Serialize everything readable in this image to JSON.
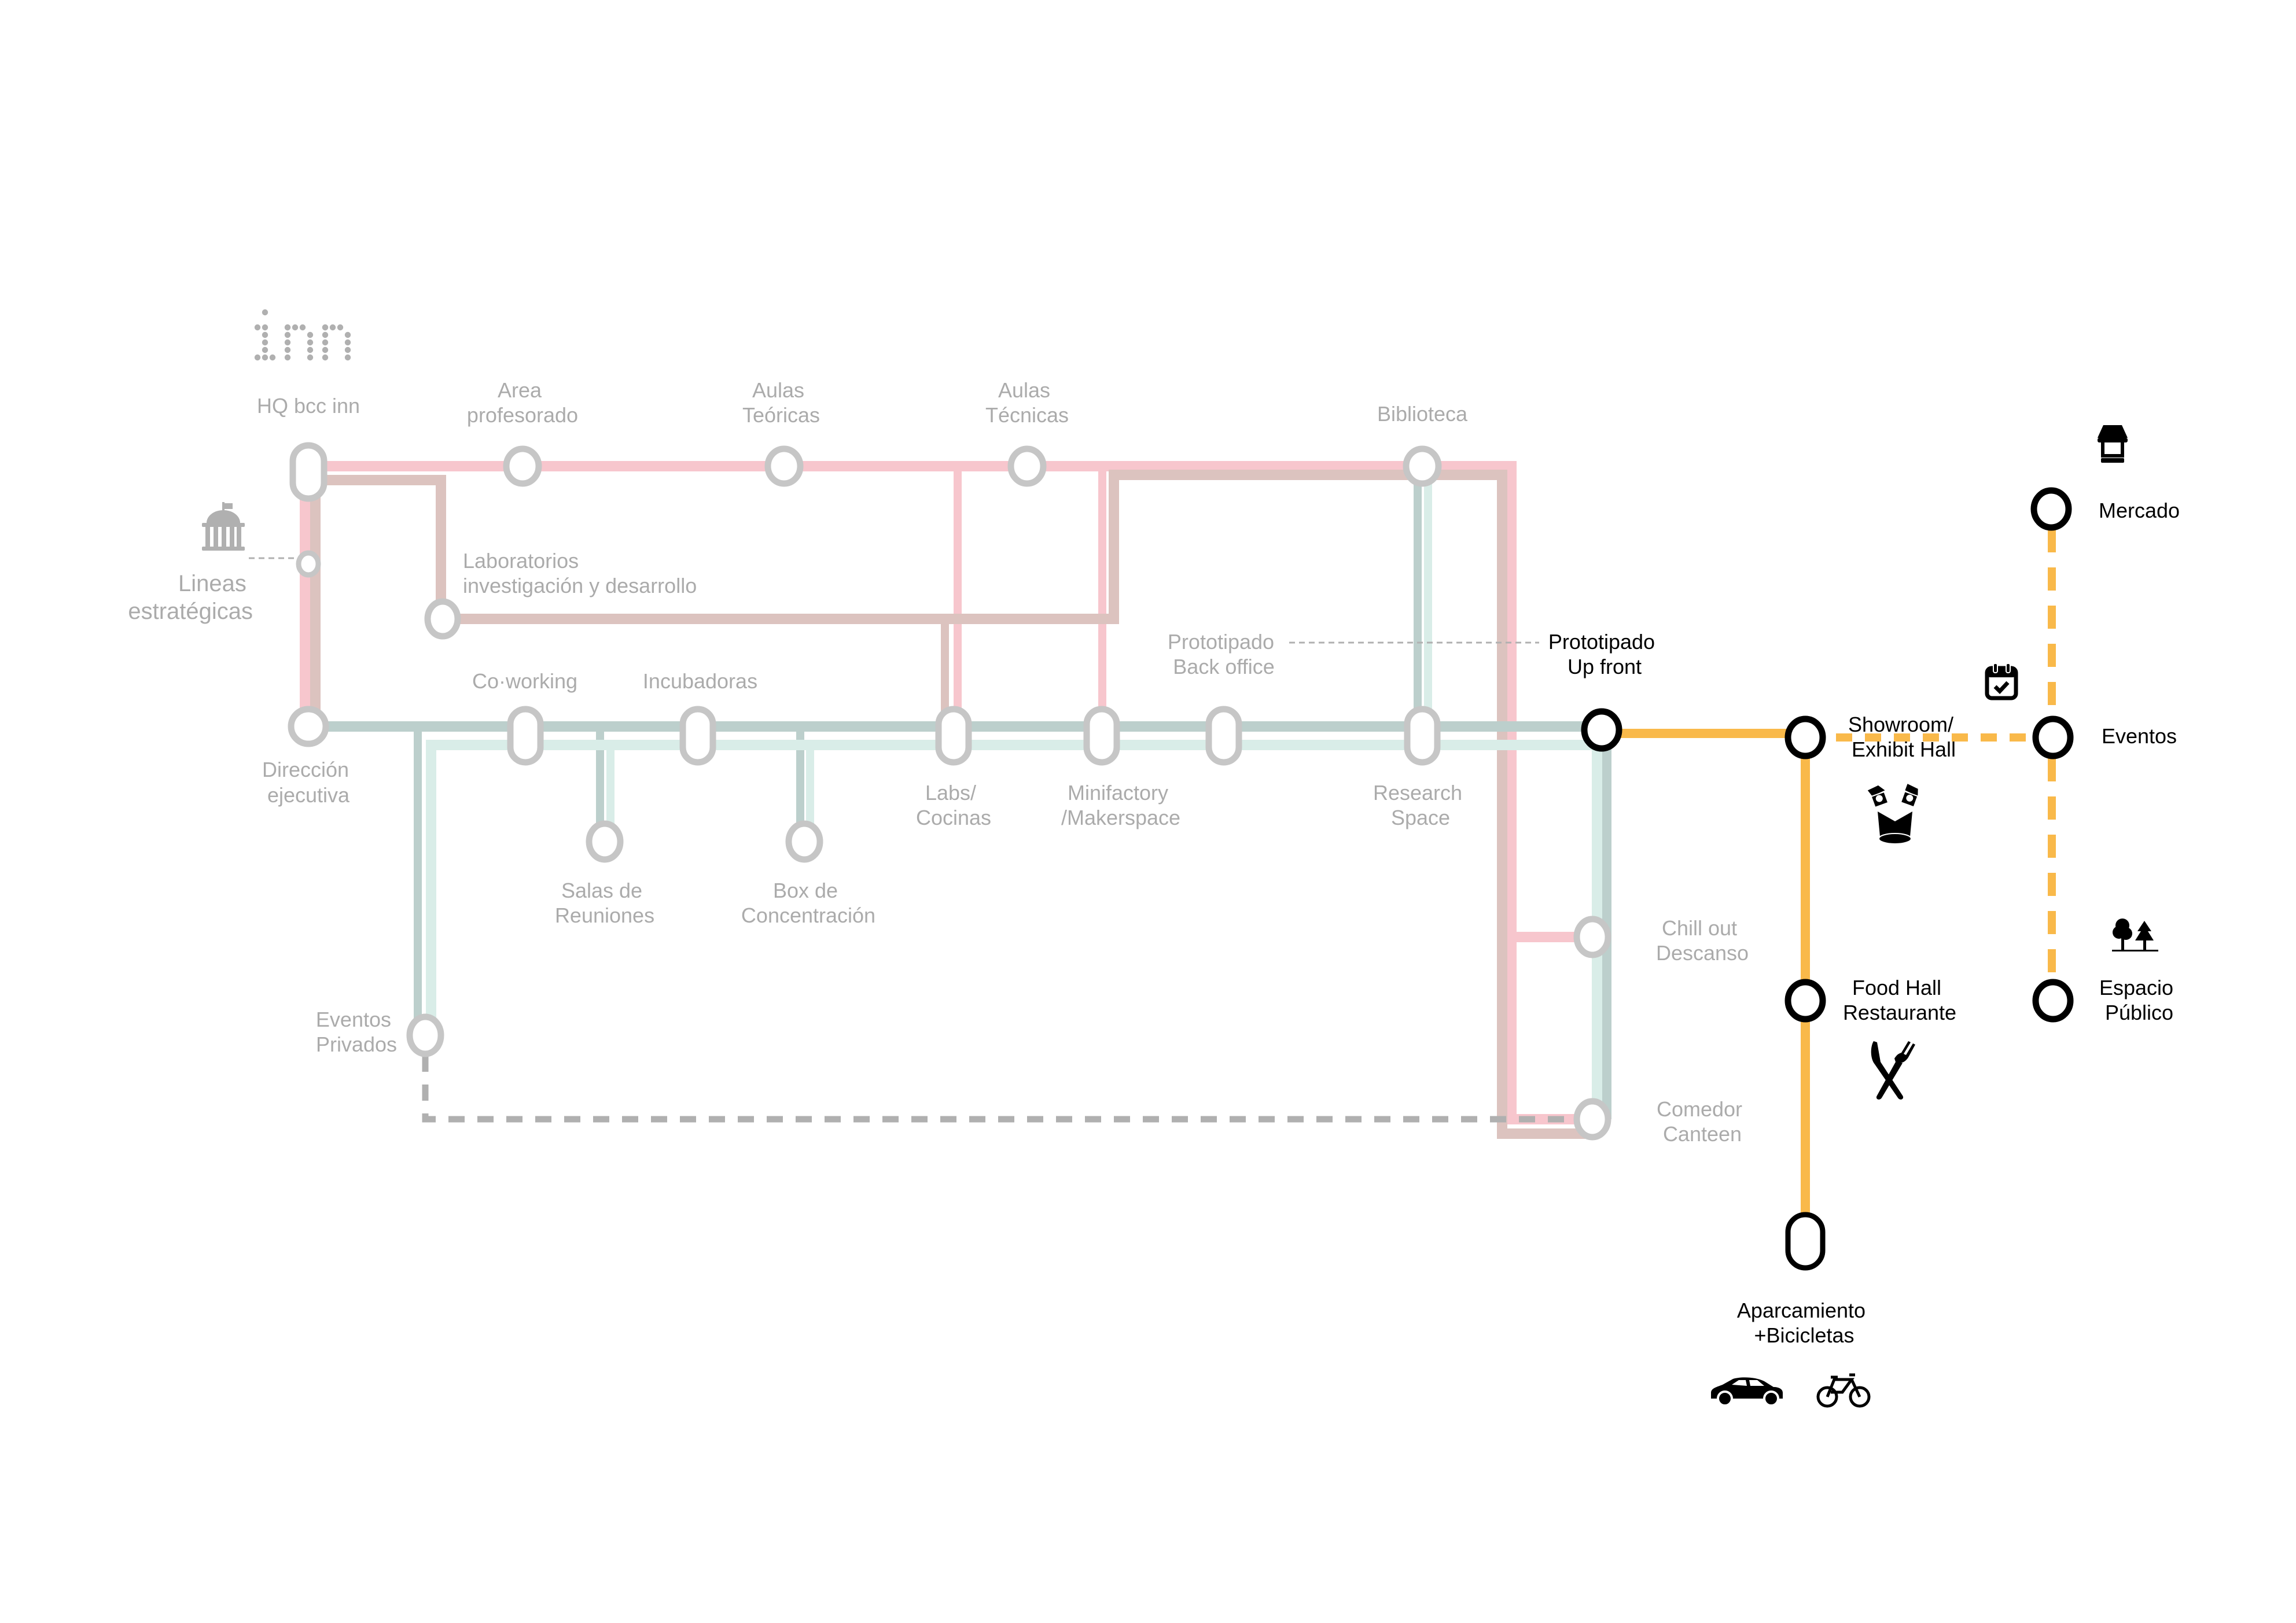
{
  "colors": {
    "pink": "#f7c6cd",
    "brown": "#dcc3bf",
    "teal": "#bccfcc",
    "mint": "#d9ede8",
    "yellow": "#f9b94a",
    "node_grey": "#c6c6c6",
    "node_black": "#000000",
    "label_grey": "#ababab",
    "label_dark": "#000000",
    "dash_grey": "#b0b0b0"
  },
  "logo": {
    "text": "inn"
  },
  "stations": {
    "hq": [
      "HQ bcc inn"
    ],
    "area_profesorado": [
      "Area",
      "profesorado"
    ],
    "aulas_teoricas": [
      "Aulas",
      "Teóricas"
    ],
    "aulas_tecnicas": [
      "Aulas",
      "Técnicas"
    ],
    "biblioteca": [
      "Biblioteca"
    ],
    "lineas": [
      "Lineas",
      "estratégicas"
    ],
    "laboratorios": [
      "Laboratorios",
      "investigación y desarrollo"
    ],
    "direccion": [
      "Dirección",
      "ejecutiva"
    ],
    "coworking": [
      "Co·working"
    ],
    "incubadoras": [
      "Incubadoras"
    ],
    "salas": [
      "Salas de",
      "Reuniones"
    ],
    "box": [
      "Box de",
      "Concentración"
    ],
    "labs": [
      "Labs/",
      "Cocinas"
    ],
    "minifactory": [
      "Minifactory",
      "/Makerspace"
    ],
    "backoffice": [
      "Prototipado",
      "Back office"
    ],
    "research": [
      "Research",
      "Space"
    ],
    "upfront": [
      "Prototipado",
      "Up front"
    ],
    "chillout": [
      "Chill out",
      "Descanso"
    ],
    "comedor": [
      "Comedor",
      "Canteen"
    ],
    "eventos_privados": [
      "Eventos",
      "Privados"
    ],
    "showroom": [
      "Showroom/",
      "Exhibit Hall"
    ],
    "foodhall": [
      "Food Hall",
      "Restaurante"
    ],
    "aparcamiento": [
      "Aparcamiento",
      "+Bicicletas"
    ],
    "mercado": [
      "Mercado"
    ],
    "eventos": [
      "Eventos"
    ],
    "espacio_publico": [
      "Espacio",
      "Público"
    ]
  },
  "icons": {
    "lineas": "government-building-icon",
    "showroom": "spotlights-stage-icon",
    "foodhall": "knife-fork-icon",
    "aparcamiento_car": "car-icon",
    "aparcamiento_bike": "bicycle-icon",
    "mercado": "market-stall-icon",
    "eventos": "calendar-check-icon",
    "espacio_publico": "trees-icon"
  }
}
